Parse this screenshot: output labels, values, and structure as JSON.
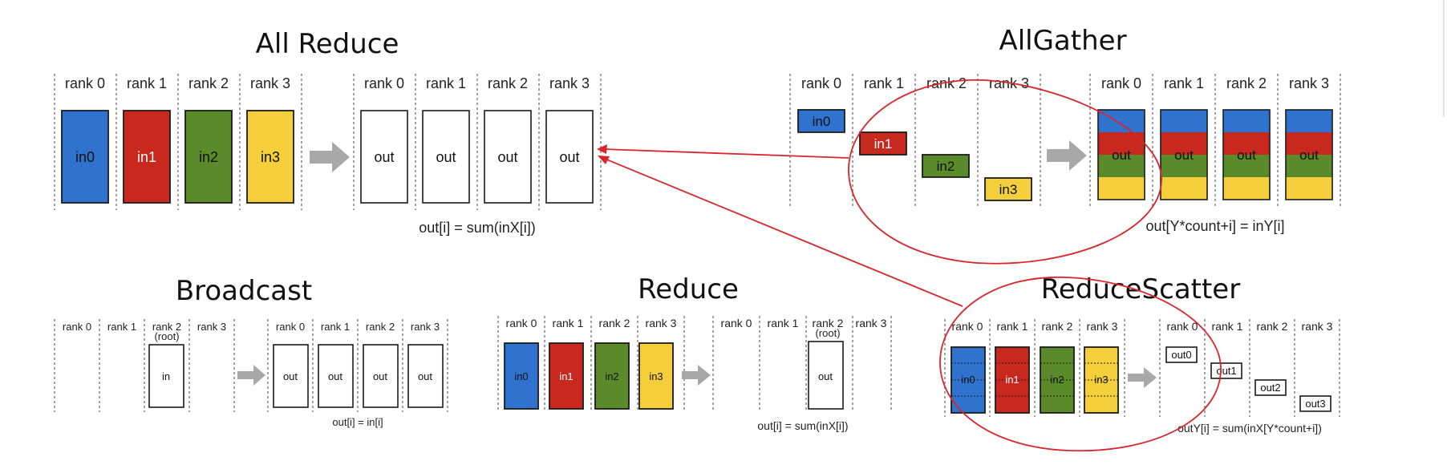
{
  "colors": {
    "blue": "#2f73cf",
    "red": "#c8281d",
    "green": "#5a8a2a",
    "yellow": "#f5ce3c",
    "annotation": "#d9252b",
    "arrow": "#a8a8a8"
  },
  "rank_labels": [
    "rank 0",
    "rank 1",
    "rank 2",
    "rank 3"
  ],
  "root_label": "(root)",
  "all_reduce": {
    "title": "All Reduce",
    "inputs": [
      "in0",
      "in1",
      "in2",
      "in3"
    ],
    "output": "out",
    "formula": "out[i] = sum(inX[i])"
  },
  "all_gather": {
    "title": "AllGather",
    "inputs": [
      "in0",
      "in1",
      "in2",
      "in3"
    ],
    "output": "out",
    "formula": "out[Y*count+i] = inY[i]"
  },
  "broadcast": {
    "title": "Broadcast",
    "input": "in",
    "output": "out",
    "formula": "out[i] = in[i]"
  },
  "reduce": {
    "title": "Reduce",
    "inputs": [
      "in0",
      "in1",
      "in2",
      "in3"
    ],
    "output": "out",
    "formula": "out[i] = sum(inX[i])"
  },
  "reduce_scatter": {
    "title": "ReduceScatter",
    "inputs": [
      "in0",
      "in1",
      "in2",
      "in3"
    ],
    "outputs": [
      "out0",
      "out1",
      "out2",
      "out3"
    ],
    "formula": "outY[i] = sum(inX[Y*count+i])"
  }
}
